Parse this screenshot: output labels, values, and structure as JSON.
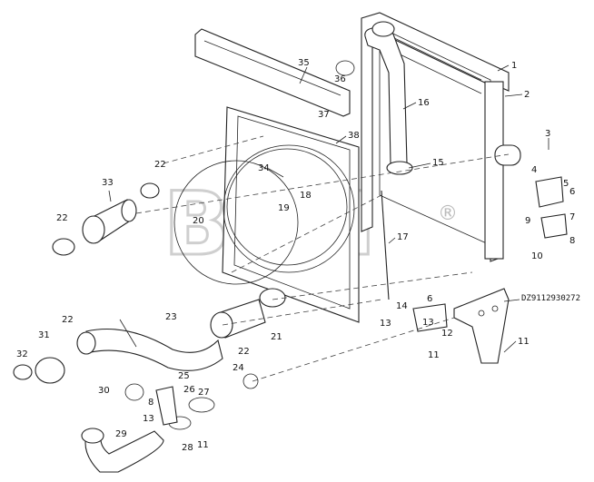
{
  "watermark": {
    "brand": "BTM",
    "registered_mark": "®"
  },
  "part_number_label": "DZ9112930272",
  "callouts": [
    {
      "id": "c1",
      "text": "1"
    },
    {
      "id": "c2",
      "text": "2"
    },
    {
      "id": "c3",
      "text": "3"
    },
    {
      "id": "c4",
      "text": "4"
    },
    {
      "id": "c5",
      "text": "5"
    },
    {
      "id": "c6",
      "text": "6"
    },
    {
      "id": "c7",
      "text": "7"
    },
    {
      "id": "c8",
      "text": "8"
    },
    {
      "id": "c9",
      "text": "9"
    },
    {
      "id": "c10",
      "text": "10"
    },
    {
      "id": "c11",
      "text": "11"
    },
    {
      "id": "c11b",
      "text": "11"
    },
    {
      "id": "c11c",
      "text": "11"
    },
    {
      "id": "c12",
      "text": "12"
    },
    {
      "id": "c13",
      "text": "13"
    },
    {
      "id": "c13b",
      "text": "13"
    },
    {
      "id": "c13c",
      "text": "13"
    },
    {
      "id": "c14",
      "text": "14"
    },
    {
      "id": "c6b",
      "text": "6"
    },
    {
      "id": "c15",
      "text": "15"
    },
    {
      "id": "c16",
      "text": "16"
    },
    {
      "id": "c17",
      "text": "17"
    },
    {
      "id": "c18",
      "text": "18"
    },
    {
      "id": "c19",
      "text": "19"
    },
    {
      "id": "c20",
      "text": "20"
    },
    {
      "id": "c21",
      "text": "21"
    },
    {
      "id": "c22a",
      "text": "22"
    },
    {
      "id": "c22b",
      "text": "22"
    },
    {
      "id": "c22c",
      "text": "22"
    },
    {
      "id": "c22d",
      "text": "22"
    },
    {
      "id": "c23",
      "text": "23"
    },
    {
      "id": "c24",
      "text": "24"
    },
    {
      "id": "c25",
      "text": "25"
    },
    {
      "id": "c26",
      "text": "26"
    },
    {
      "id": "c27",
      "text": "27"
    },
    {
      "id": "c28",
      "text": "28"
    },
    {
      "id": "c29",
      "text": "29"
    },
    {
      "id": "c30",
      "text": "30"
    },
    {
      "id": "c31",
      "text": "31"
    },
    {
      "id": "c32",
      "text": "32"
    },
    {
      "id": "c33",
      "text": "33"
    },
    {
      "id": "c34",
      "text": "34"
    },
    {
      "id": "c35",
      "text": "35"
    },
    {
      "id": "c36",
      "text": "36"
    },
    {
      "id": "c37",
      "text": "37"
    },
    {
      "id": "c38",
      "text": "38"
    },
    {
      "id": "c8b",
      "text": "8"
    }
  ]
}
